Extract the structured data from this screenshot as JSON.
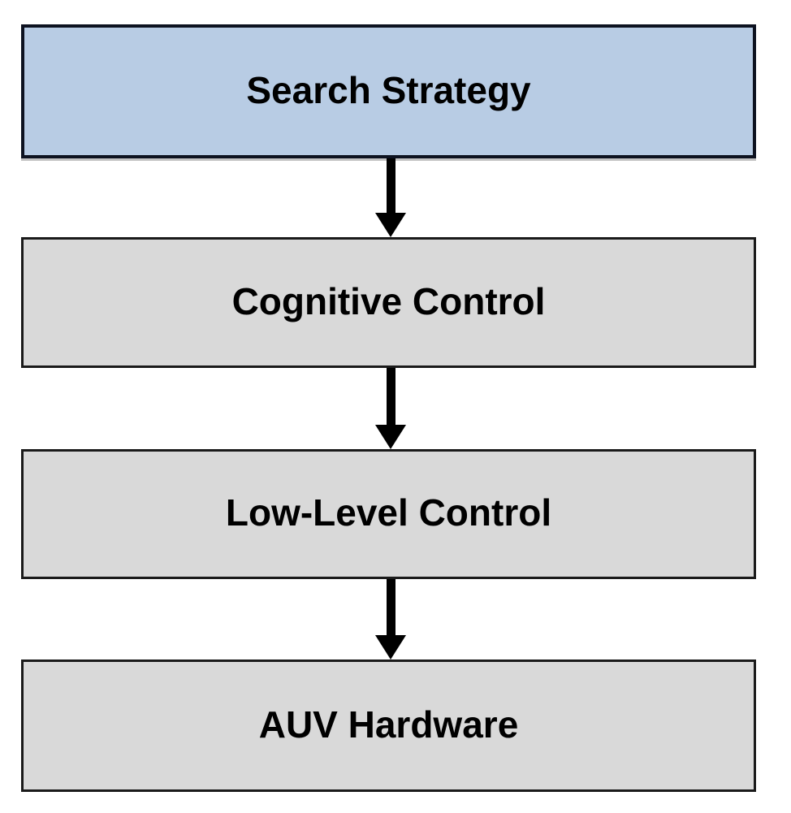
{
  "diagram": {
    "type": "flowchart",
    "direction": "top-down",
    "background": "#ffffff",
    "text_color": "#000000",
    "arrow_color": "#000000",
    "boxes": [
      {
        "label": "Search Strategy",
        "fill": "#b8cce4",
        "border": "#0d1220"
      },
      {
        "label": "Cognitive Control",
        "fill": "#d9d9d9",
        "border": "#1a1a1a"
      },
      {
        "label": "Low-Level Control",
        "fill": "#d9d9d9",
        "border": "#1a1a1a"
      },
      {
        "label": "AUV Hardware",
        "fill": "#d9d9d9",
        "border": "#1a1a1a"
      }
    ],
    "connections": [
      {
        "from": "Search Strategy",
        "to": "Cognitive Control"
      },
      {
        "from": "Cognitive Control",
        "to": "Low-Level Control"
      },
      {
        "from": "Low-Level Control",
        "to": "AUV Hardware"
      }
    ]
  }
}
